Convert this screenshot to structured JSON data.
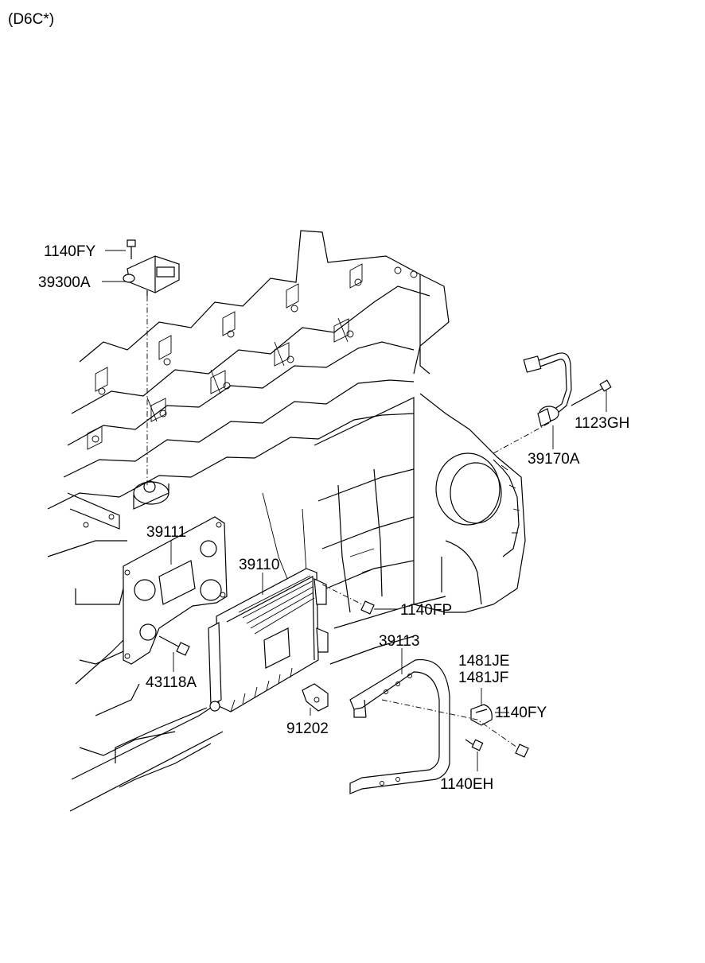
{
  "header": {
    "model_code": "(D6C*)"
  },
  "labels": {
    "p1140FY_top": "1140FY",
    "p39300A": "39300A",
    "p1123GH": "1123GH",
    "p39170A": "39170A",
    "p39111": "39111",
    "p39110": "39110",
    "p1140FP": "1140FP",
    "p39113": "39113",
    "p1481JE": "1481JE",
    "p1481JF": "1481JF",
    "p1140FY_right": "1140FY",
    "p43118A": "43118A",
    "p91202": "91202",
    "p1140EH": "1140EH"
  }
}
